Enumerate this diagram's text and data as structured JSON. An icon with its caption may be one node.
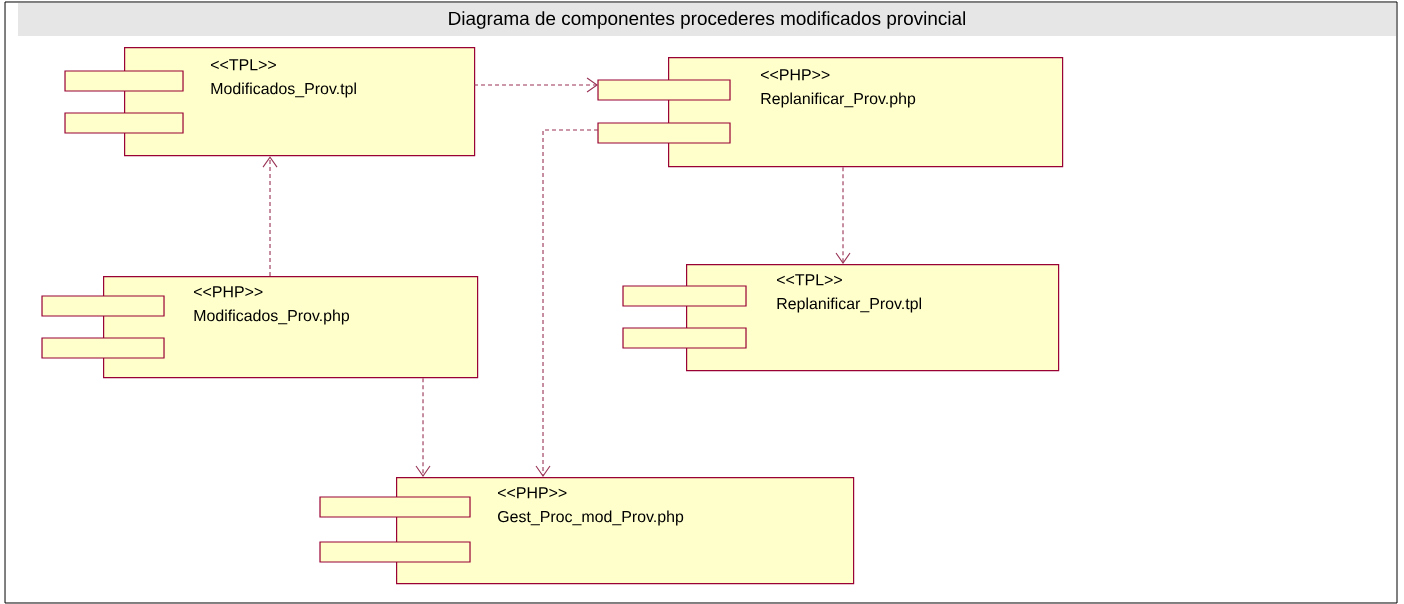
{
  "diagram": {
    "title": "Diagrama de componentes procederes modificados provincial",
    "nodes": [
      {
        "text": [
          "<<TPL>>",
          "Modificados_Prov.tpl"
        ]
      },
      {
        "text": [
          "<<PHP>>",
          "Replanificar_Prov.php"
        ]
      },
      {
        "text": [
          "<<PHP>>",
          "Modificados_Prov.php"
        ]
      },
      {
        "text": [
          "<<TPL>>",
          "Replanificar_Prov.tpl"
        ]
      },
      {
        "text": [
          "<<PHP>>",
          "Gest_Proc_mod_Prov.php"
        ]
      }
    ],
    "edges": [
      {
        "from": 0,
        "to": 1,
        "arrow": "to",
        "style": "dashed"
      },
      {
        "from": 2,
        "to": 0,
        "arrow": "to",
        "style": "dashed"
      },
      {
        "from": 1,
        "to": 3,
        "arrow": "to",
        "style": "dashed"
      },
      {
        "from": 2,
        "to": 4,
        "arrow": "to",
        "style": "dashed"
      },
      {
        "from": 1,
        "to": 4,
        "arrow": "to",
        "style": "dashed"
      }
    ]
  }
}
